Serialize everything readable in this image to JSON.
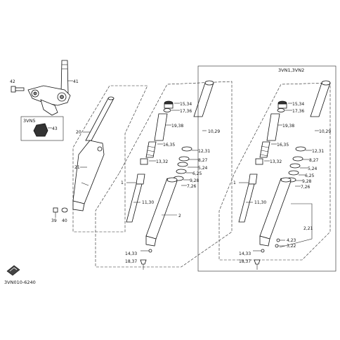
{
  "labels": {
    "l42": "42",
    "l41": "41",
    "l43": "43",
    "l20": "20",
    "l21": "21",
    "l39": "39",
    "l40": "40",
    "l1a": "1",
    "l1b": "1",
    "l2": "2",
    "l1534a": "15,34",
    "l1736a": "17,36",
    "l1938a": "19,38",
    "l1635a": "16,35",
    "l1332a": "13,32",
    "l1029a": "10,29",
    "l1231a": "12,31",
    "l827a": "8,27",
    "l524a": "5,24",
    "l625a": "6,25",
    "l928a": "9,28",
    "l726a": "7,26",
    "l1130a": "11,30",
    "l1433a": "14,33",
    "l1837a": "18,37",
    "l1534b": "15,34",
    "l1736b": "17,36",
    "l1938b": "19,38",
    "l1635b": "16,35",
    "l1332b": "13,32",
    "l1029b": "10,29",
    "l1231b": "12,31",
    "l827b": "8,27",
    "l524b": "5,24",
    "l625b": "6,25",
    "l928b": "9,28",
    "l726b": "7,26",
    "l1130b": "11,30",
    "l1433b": "14,33",
    "l1837b": "18,37",
    "l221": "2,21",
    "l423": "4,23",
    "l322": "3,22"
  },
  "boxes": {
    "left_variant": "3VN5",
    "right_variant": "3VN1,3VN2"
  },
  "footer": {
    "diagram_code": "3VN010-6240"
  },
  "icons": {
    "corner": "front-arrow-icon"
  }
}
